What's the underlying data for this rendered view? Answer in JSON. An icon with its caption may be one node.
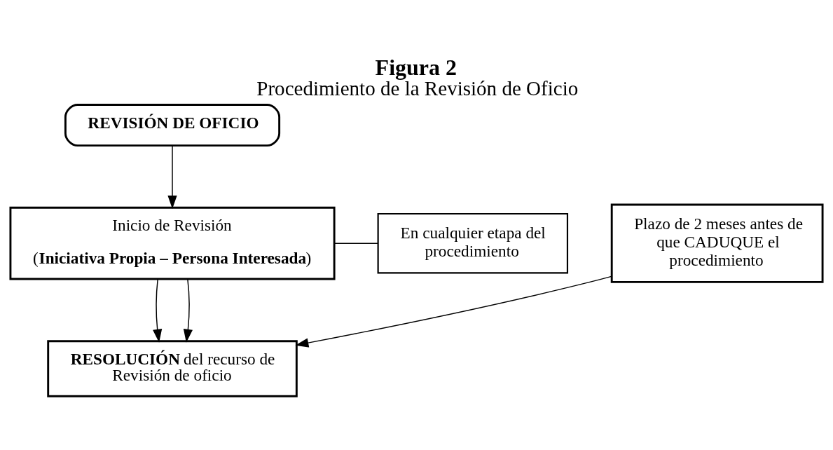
{
  "diagram": {
    "title": "Figura 2",
    "caption": "Procedimiento de la Revisión de Oficio",
    "nodes": [
      {
        "text": [
          "**REVISIÓN DE OFICIO**"
        ]
      },
      {
        "text": [
          "Inicio de Revisión",
          "(**Iniciativa Propia – Persona Interesada**)"
        ]
      },
      {
        "text": [
          "En cualquier etapa del procedimiento"
        ]
      },
      {
        "text": [
          "Plazo de 2 meses antes de que CADUQUE el procedimiento"
        ]
      },
      {
        "text": [
          "**RESOLUCIÓN** del recurso de Revisión de oficio"
        ]
      }
    ],
    "edges": [
      {
        "from": 0,
        "to": 1,
        "arrow": "to"
      },
      {
        "from": 1,
        "to": 2,
        "arrow": "none"
      },
      {
        "from": 1,
        "to": 4,
        "arrow": "to"
      },
      {
        "from": 1,
        "to": 4,
        "arrow": "to"
      },
      {
        "from": 3,
        "to": 4,
        "arrow": "to"
      }
    ]
  }
}
